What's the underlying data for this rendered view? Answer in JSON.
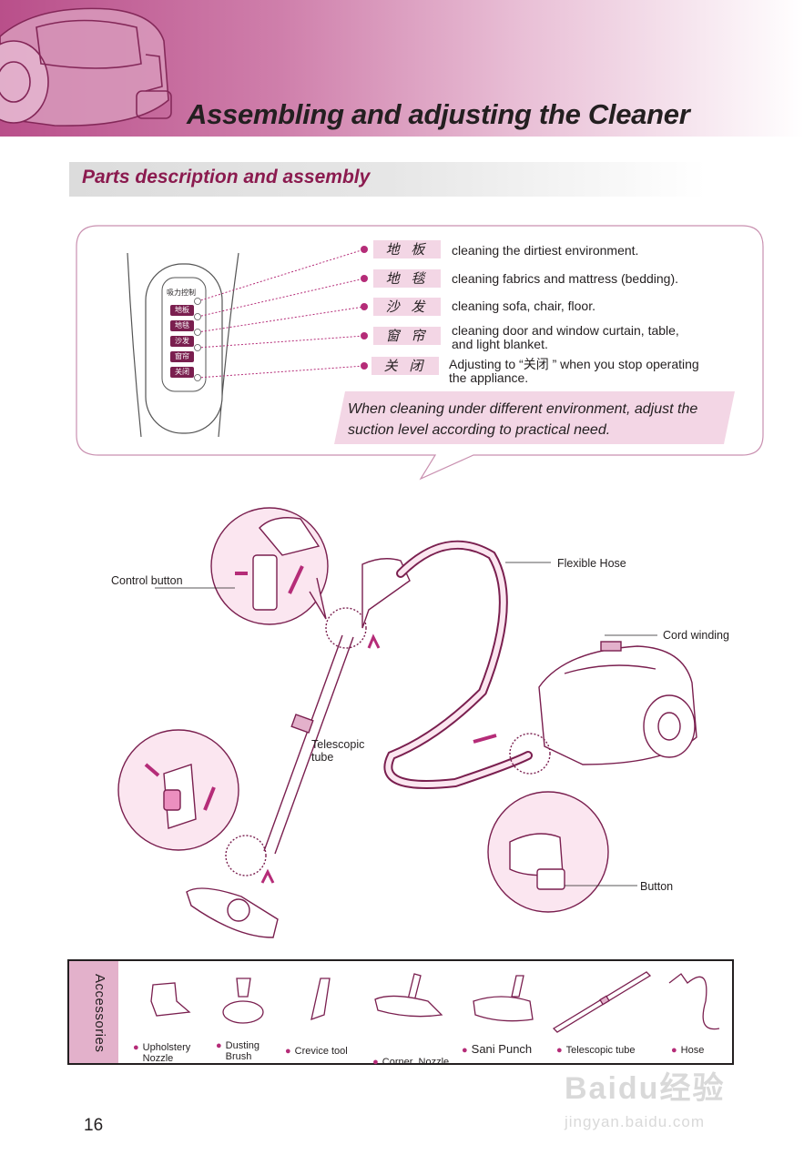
{
  "header": {
    "title": "Assembling and adjusting the Cleaner",
    "accent_color": "#b94f8a"
  },
  "section": {
    "title": "Parts description and assembly",
    "title_color": "#8b1b4f"
  },
  "control_panel": {
    "heading": "吸力控制",
    "buttons": [
      "地板",
      "地毯",
      "沙发",
      "窗帘",
      "关闭"
    ]
  },
  "modes": [
    {
      "label": "地 板",
      "description": "cleaning the dirtiest environment."
    },
    {
      "label": "地 毯",
      "description": "cleaning fabrics and mattress (bedding)."
    },
    {
      "label": "沙 发",
      "description": "cleaning sofa, chair, floor."
    },
    {
      "label": "窗 帘",
      "description": "cleaning door and window curtain, table,\nand light blanket."
    },
    {
      "label": "关 闭",
      "description": "Adjusting to “关闭 ” when you stop operating\nthe appliance."
    }
  ],
  "note": "When cleaning under different environment, adjust the suction level according to practical need.",
  "diagram_labels": {
    "control_button": "Control button",
    "flexible_hose": "Flexible Hose",
    "cord_winding": "Cord winding",
    "telescopic_tube": "Telescopic\ntube",
    "button": "Button"
  },
  "accessories": {
    "side_label": "Accessories",
    "items": [
      {
        "name": "Upholstery\nNozzle",
        "icon": "upholstery-nozzle-icon"
      },
      {
        "name": "Dusting\nBrush",
        "icon": "dusting-brush-icon"
      },
      {
        "name": "Crevice tool",
        "icon": "crevice-tool-icon"
      },
      {
        "name": "Corner  Nozzle",
        "icon": "corner-nozzle-icon"
      },
      {
        "name": "Sani Punch",
        "icon": "sani-punch-icon"
      },
      {
        "name": "Telescopic tube",
        "icon": "telescopic-tube-icon"
      },
      {
        "name": "Hose",
        "icon": "hose-icon"
      }
    ]
  },
  "page_number": "16",
  "watermark": {
    "brand": "Baidu经验",
    "url": "jingyan.baidu.com"
  }
}
